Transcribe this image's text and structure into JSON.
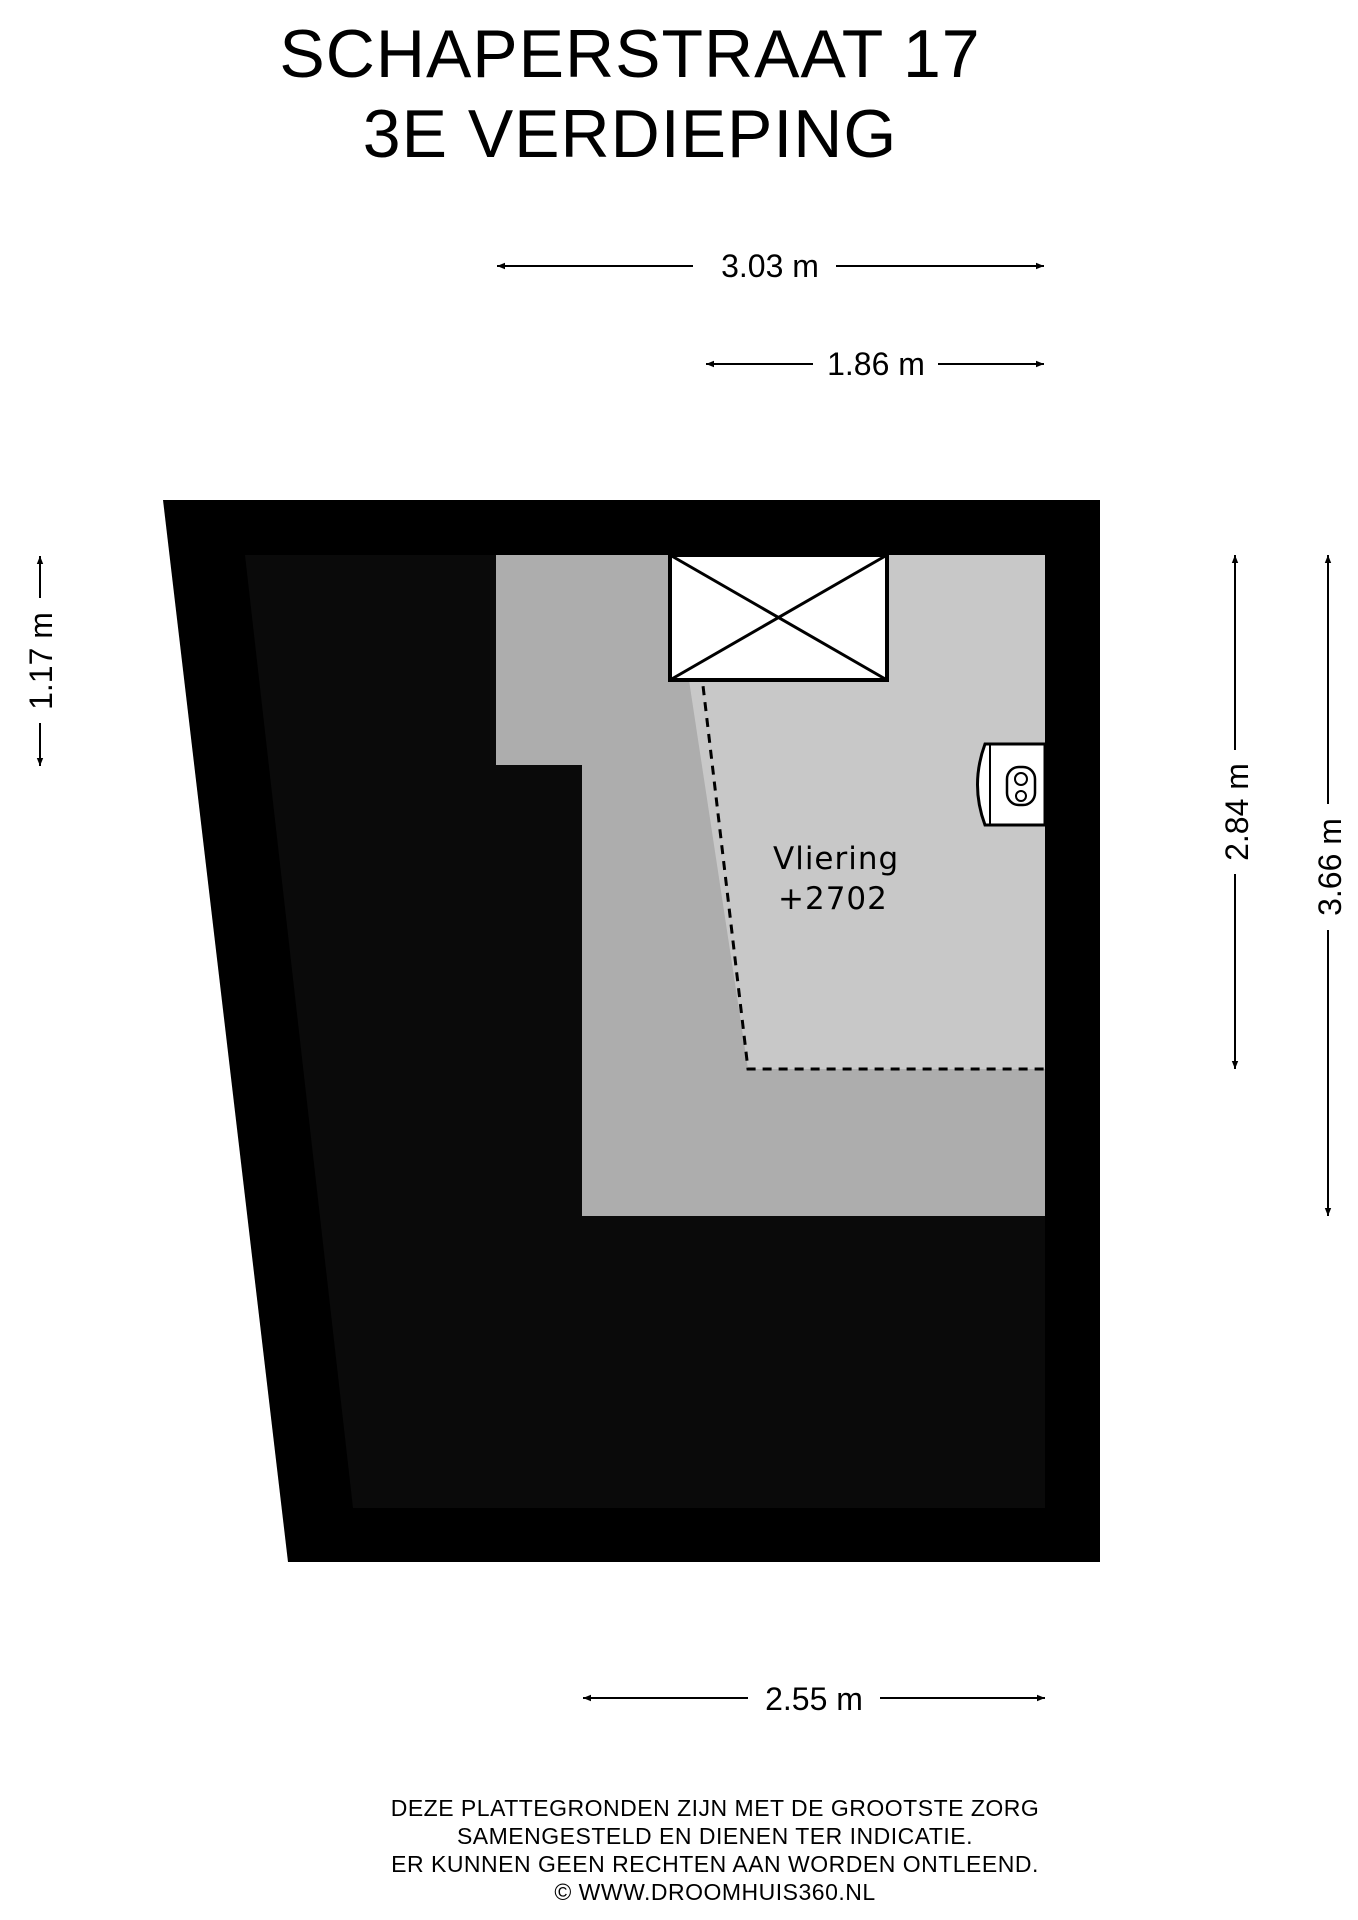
{
  "header": {
    "title": "SCHAPERSTRAAT 17",
    "floor": "3E VERDIEPING"
  },
  "dimensions": {
    "top_outer": "3.03 m",
    "top_inner": "1.86 m",
    "left": "1.17 m",
    "right_inner": "2.84 m",
    "right_outer": "3.66 m",
    "bottom": "2.55 m"
  },
  "room": {
    "name": "Vliering",
    "level": "+2702"
  },
  "icons": {
    "skylight": "skylight-cross-icon",
    "toilet": "toilet-icon"
  },
  "colors": {
    "wall": "#000000",
    "unused_area": "#0a0a0a",
    "floor_low": "#adadad",
    "floor_high": "#c8c8c8"
  },
  "disclaimer": {
    "line1": "DEZE PLATTEGRONDEN ZIJN MET DE GROOTSTE ZORG",
    "line2": "SAMENGESTELD EN DIENEN TER INDICATIE.",
    "line3": "ER KUNNEN GEEN RECHTEN AAN WORDEN ONTLEEND.",
    "line4": "© WWW.DROOMHUIS360.NL"
  }
}
